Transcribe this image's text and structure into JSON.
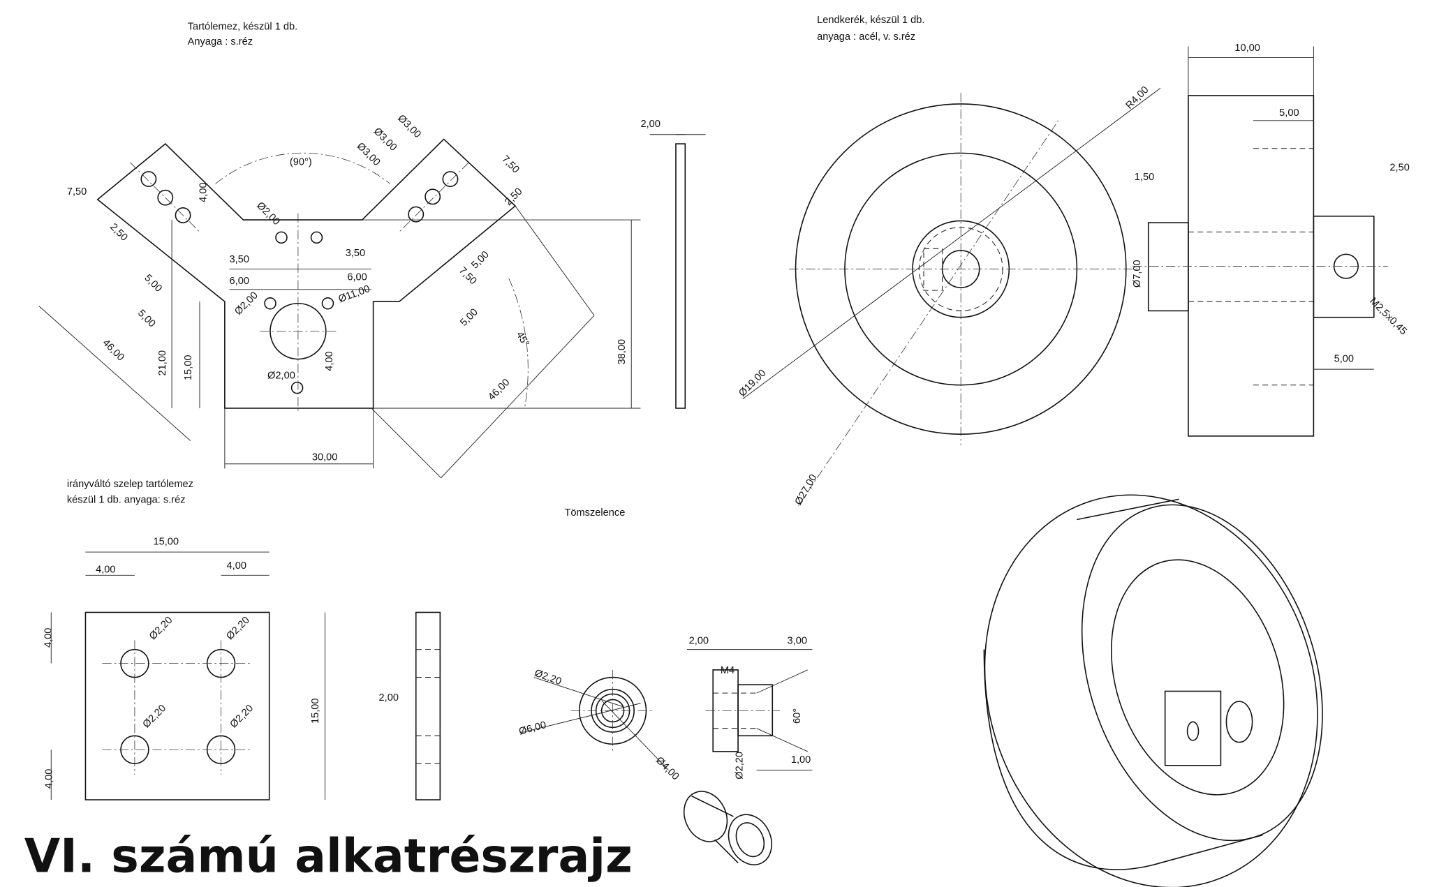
{
  "title": "VI. számú alkatrészrajz",
  "parts": [
    {
      "name": "Tartólemez",
      "notes": [
        "Tartólemez, készül 1 db.",
        "Anyaga : s.réz"
      ],
      "dims": [
        "(90°)",
        "7,50",
        "4,00",
        "2,50",
        "5,00",
        "5,00",
        "46,00",
        "Ø2,00",
        "3,50",
        "3,50",
        "6,00",
        "6,00",
        "Ø2,00",
        "Ø11,00",
        "4,00",
        "21,00",
        "15,00",
        "Ø2,00",
        "30,00",
        "Ø3,00",
        "Ø3,00",
        "Ø3,00",
        "7,50",
        "2,50",
        "7,50",
        "5,00",
        "5,00",
        "45°",
        "46,00",
        "38,00",
        "2,00"
      ]
    },
    {
      "name": "Lendkerék",
      "notes": [
        "Lendkerék, készül 1 db.",
        "anyaga : acél, v. s.réz"
      ],
      "dims": [
        "R4,00",
        "10,00",
        "5,00",
        "2,50",
        "1,50",
        "Ø7,00",
        "M2,5x0,45",
        "5,00",
        "Ø19,00",
        "Ø27,00"
      ]
    },
    {
      "name": "Irányváltó szelep tartólemez",
      "notes": [
        "irányváltó szelep tartólemez",
        "készül 1 db. anyaga: s.réz"
      ],
      "dims": [
        "15,00",
        "4,00",
        "4,00",
        "4,00",
        "Ø2,20",
        "Ø2,20",
        "Ø2,20",
        "Ø2,20",
        "15,00",
        "4,00",
        "2,00"
      ]
    },
    {
      "name": "Tömszelence",
      "notes": [
        "Tömszelence"
      ],
      "dims": [
        "Ø2,20",
        "Ø6,00",
        "Ø4,00",
        "2,00",
        "3,00",
        "M4",
        "60°",
        "Ø2,20",
        "1,00"
      ]
    }
  ]
}
